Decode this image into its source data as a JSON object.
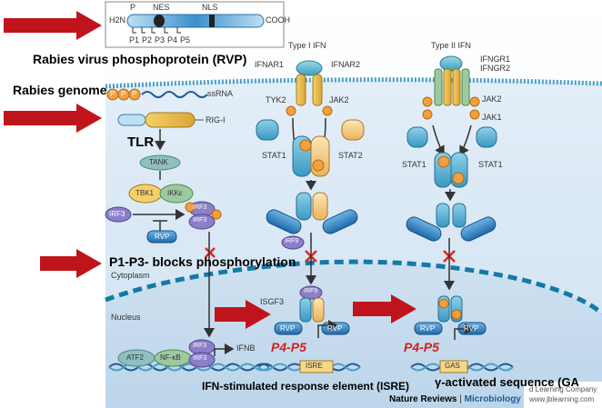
{
  "annotations": {
    "rvp_title": "Rabies virus phosphoprotein (RVP)",
    "rabies_genome": "Rabies genome",
    "tlr": "TLR",
    "p1p3_blocks": "P1-P3- blocks phosphorylation",
    "p4p5_left": "P4-P5",
    "p4p5_right": "P4-P5",
    "isre_caption": "IFN-stimulated response element (ISRE)",
    "gas_caption": "γ-activated sequence (GA"
  },
  "protein_bar": {
    "n_term": "H2N",
    "c_term": "COOH",
    "domains": [
      "P",
      "NES",
      "NLS"
    ],
    "sites": [
      "P1",
      "P2",
      "P3",
      "P4",
      "P5"
    ]
  },
  "labels": {
    "ppp": [
      "P",
      "P",
      "P"
    ],
    "ssrna": "ssRNA",
    "rig_i": "RIG-I",
    "tank": "TANK",
    "tbk1": "TBK1",
    "ikke": "IKKε",
    "irf3": "IRF3",
    "rvp": "RVP",
    "irf9": "IRF9",
    "iscf3": "ISGF3",
    "cytoplasm": "Cytoplasm",
    "nucleus": "Nucleus",
    "atf2": "ATF2",
    "nfkb": "NF-κB",
    "ifnb": "IFNB",
    "isre": "ISRE",
    "gas": "GAS",
    "type1": "Type I IFN",
    "type2": "Type II IFN",
    "ifnar1": "IFNAR1",
    "ifnar2": "IFNAR2",
    "ifngr1": "IFNGR1",
    "ifngr2": "IFNGR2",
    "tyk2": "TYK2",
    "jak1": "JAK1",
    "jak2": "JAK2",
    "stat1": "STAT1",
    "stat2": "STAT2",
    "p": "P"
  },
  "credit": {
    "journal": "Nature Reviews",
    "section": "Microbiology",
    "overlay_line1": "d Learning Company",
    "overlay_line2": "www.jblearning.com"
  },
  "colors": {
    "arrow_red": "#c0141c",
    "panel_blue": "#dcebf6",
    "membrane": "#4a9fc9",
    "phospho": "#f0a040",
    "rvp_blue": "#2f7fc0"
  }
}
